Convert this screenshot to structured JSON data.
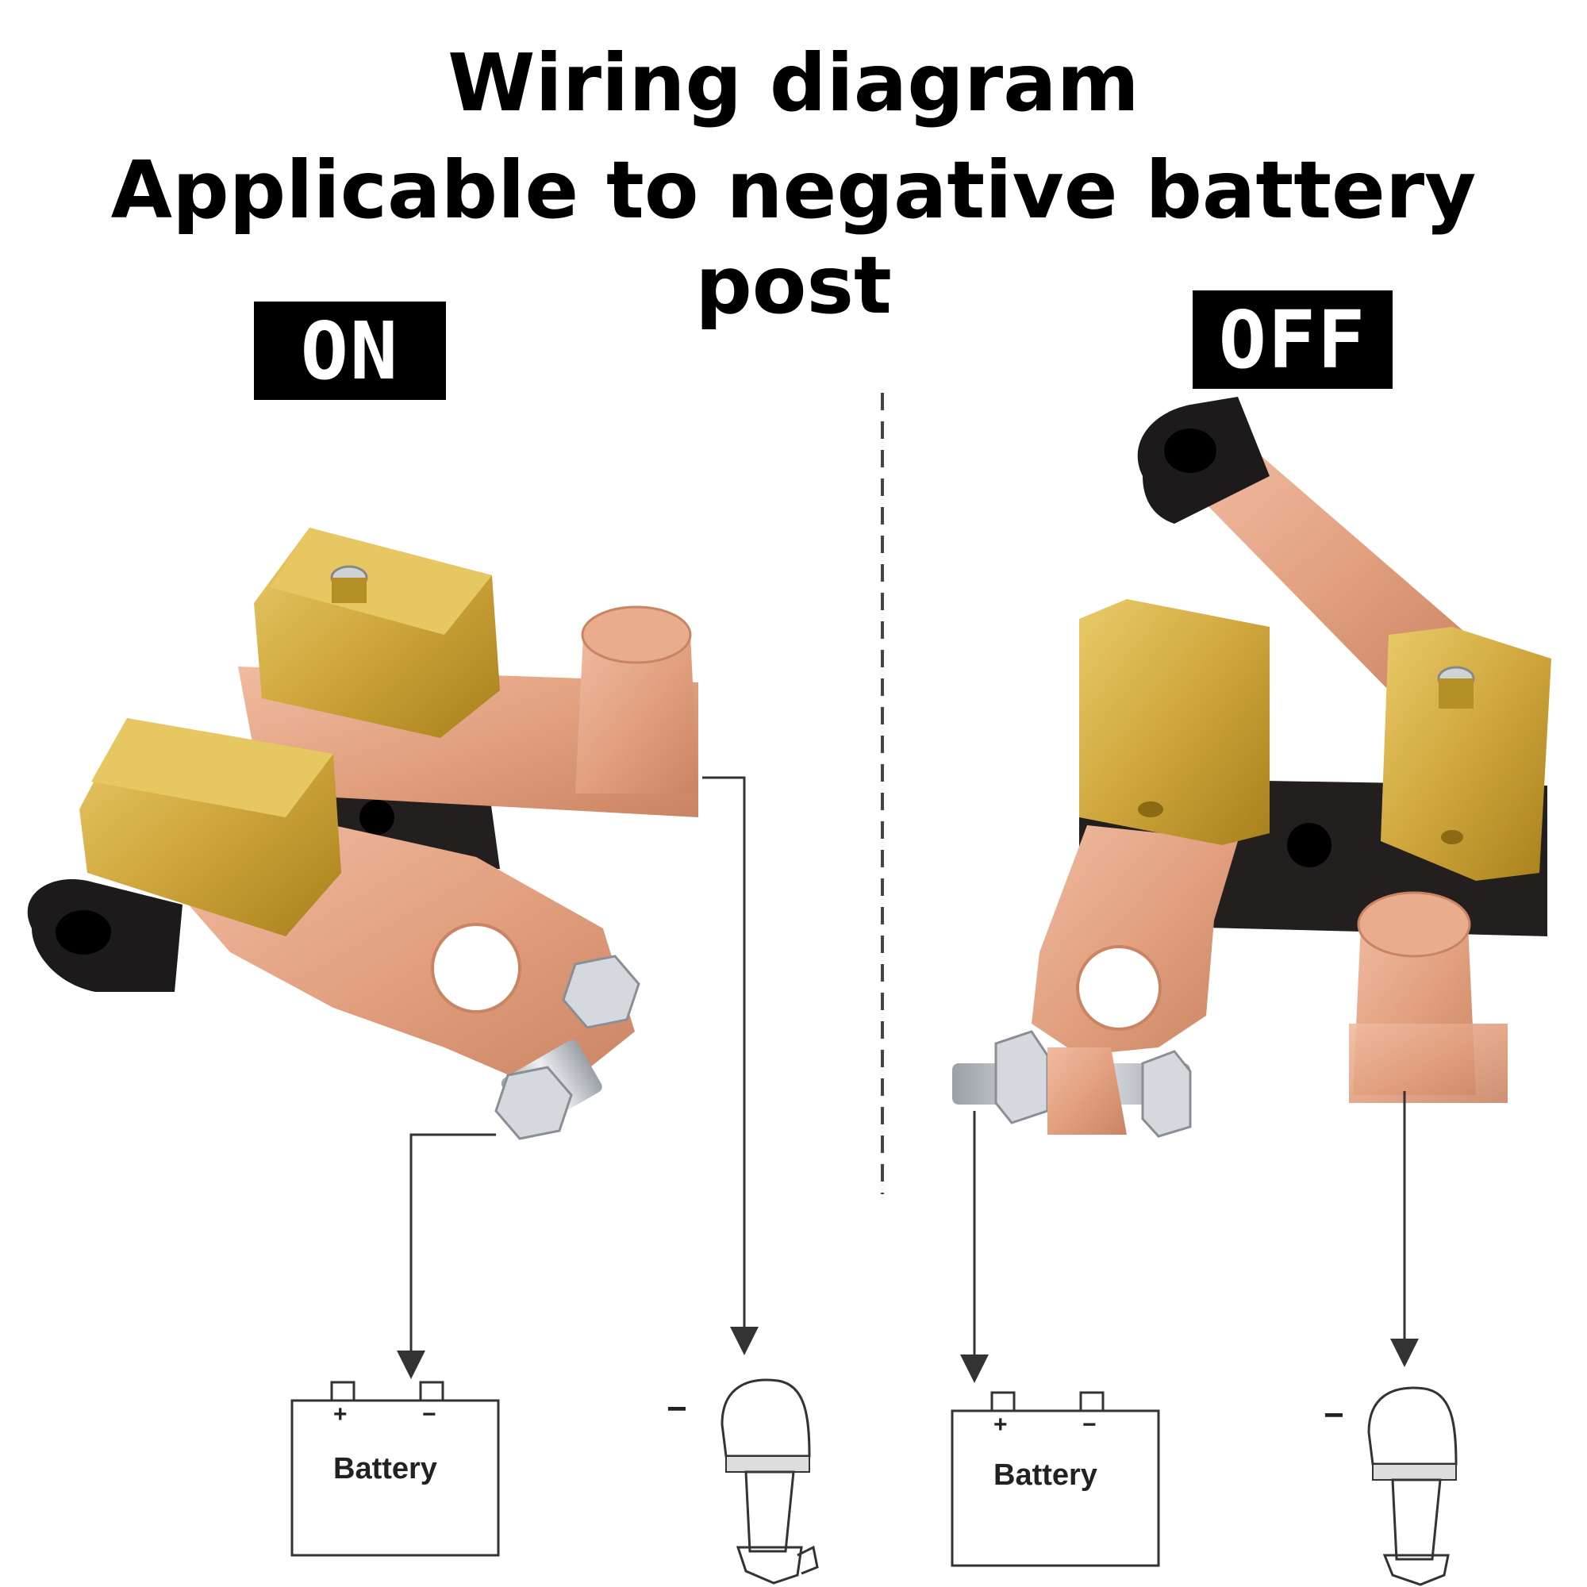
{
  "header": {
    "title": "Wiring diagram",
    "subtitle": "Applicable to negative battery post"
  },
  "panels": {
    "on": {
      "state_label": "ON",
      "battery": {
        "label": "Battery",
        "plus": "+",
        "minus": "−"
      },
      "load": {
        "minus": "−",
        "icon": "outboard-motor-icon"
      }
    },
    "off": {
      "state_label": "OFF",
      "battery": {
        "label": "Battery",
        "plus": "+",
        "minus": "−"
      },
      "load": {
        "minus": "−",
        "icon": "outboard-motor-icon"
      }
    }
  },
  "colors": {
    "copper": "#e6a787",
    "copper_dark": "#c9805f",
    "brass": "#d7b24a",
    "brass_dark": "#b88a1f",
    "rubber": "#1c1a1a",
    "steel": "#c8ccd0",
    "line": "#333333"
  }
}
